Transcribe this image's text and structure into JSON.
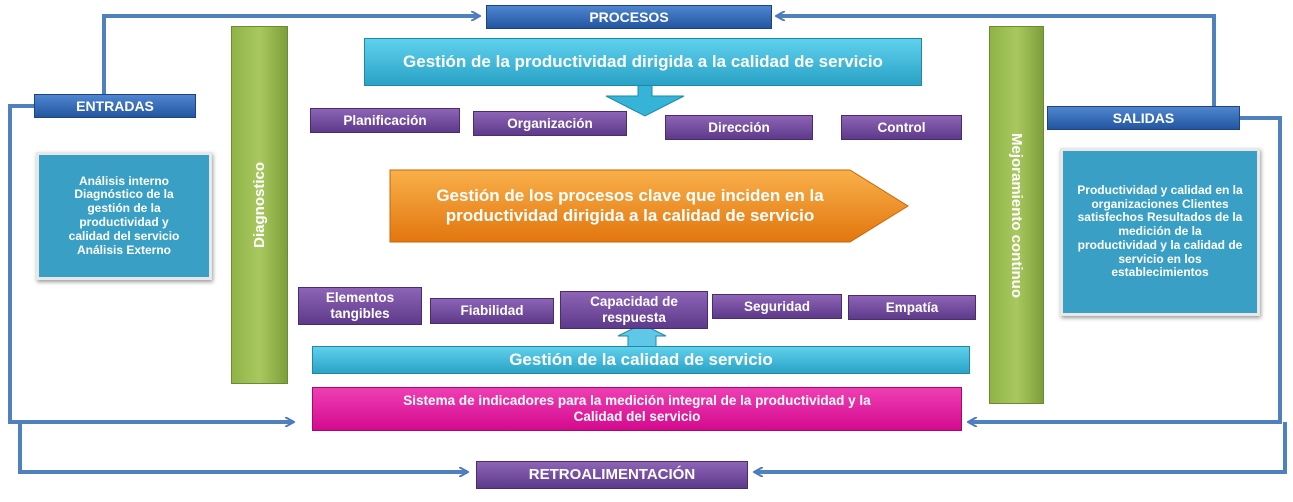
{
  "procesos": "PROCESOS",
  "entradas": "ENTRADAS",
  "salidas": "SALIDAS",
  "retroalimentacion": "RETROALIMENTACIÓN",
  "diagnostico": "Diagnostico",
  "mejoramiento": "Mejoramiento continuo",
  "gestion_productividad": "Gestión de la productividad dirigida a la calidad de servicio",
  "funciones": [
    "Planificación",
    "Organización",
    "Dirección",
    "Control"
  ],
  "procesos_clave": "Gestión de los procesos clave que inciden en la productividad dirigida a la calidad de servicio",
  "dimensiones": [
    "Elementos tangibles",
    "Fiabilidad",
    "Capacidad de respuesta",
    "Seguridad",
    "Empatía"
  ],
  "gestion_calidad": "Gestión de la calidad de servicio",
  "sistema_indicadores": "Sistema de indicadores para la medición integral de la productividad y la Calidad del servicio",
  "entradas_detalle": "Análisis interno Diagnóstico de la gestión de la productividad y calidad del servicio Análisis Externo",
  "salidas_detalle": "Productividad y calidad en la organizaciones Clientes satisfechos Resultados de la medición de la productividad y la calidad de servicio en los establecimientos",
  "colors": {
    "blue": "#2f66b3",
    "teal": "#31b0d5",
    "purple": "#6f4a9e",
    "green": "#9bbd52",
    "orange": "#f08a1c",
    "magenta": "#e0159a"
  }
}
